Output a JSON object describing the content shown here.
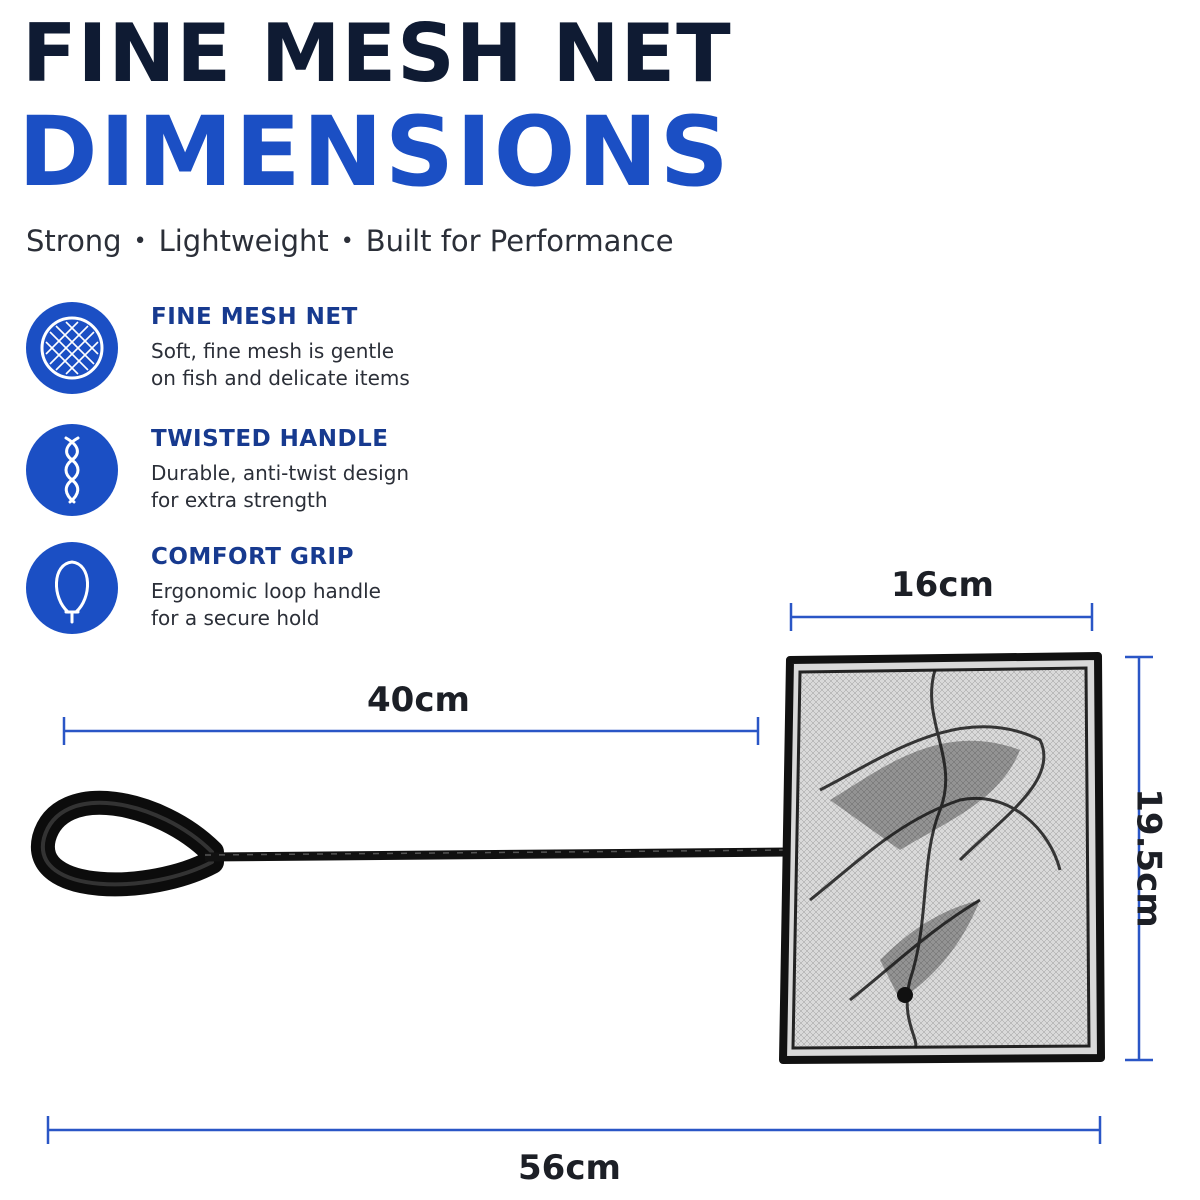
{
  "heading": {
    "line1": "FINE MESH NET",
    "line2": "DIMENSIONS"
  },
  "tagline": {
    "parts": [
      "Strong",
      "Lightweight",
      "Built for Performance"
    ],
    "separator": "•"
  },
  "features": [
    {
      "icon": "mesh-icon",
      "title": "FINE MESH NET",
      "line1": "Soft, fine mesh is gentle",
      "line2": "on fish and delicate items"
    },
    {
      "icon": "twisted-rope-icon",
      "title": "TWISTED HANDLE",
      "line1": "Durable, anti-twist design",
      "line2": "for extra strength"
    },
    {
      "icon": "loop-handle-icon",
      "title": "COMFORT GRIP",
      "line1": "Ergonomic loop handle",
      "line2": "for a secure hold"
    }
  ],
  "dimensions": {
    "handle_length": "40cm",
    "net_width": "16cm",
    "net_height": "19.5cm",
    "total_length": "56cm"
  },
  "colors": {
    "accent_blue": "#1b4fc4",
    "heading_dark": "#0f1b33",
    "feature_title": "#173a8f",
    "dimension_line": "#2a56c6",
    "net_frame": "#111111"
  }
}
